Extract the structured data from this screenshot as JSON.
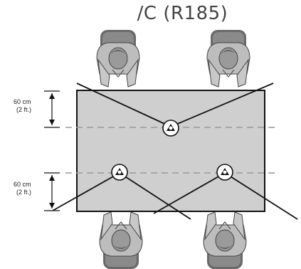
{
  "title": "/C (R185)",
  "dimensions": {
    "top": {
      "value": "60 cm",
      "imperial": "(2 ft.)"
    },
    "bottom": {
      "value": "60 cm",
      "imperial": "(2 ft.)"
    }
  },
  "colors": {
    "table": "#cfcfcf",
    "person_fill": "#bdbdbd",
    "person_dark": "#5a5a5a",
    "lines": "#111111",
    "dashed": "#9a9a9a"
  },
  "icons": [
    "microphone-icon",
    "person-icon"
  ]
}
